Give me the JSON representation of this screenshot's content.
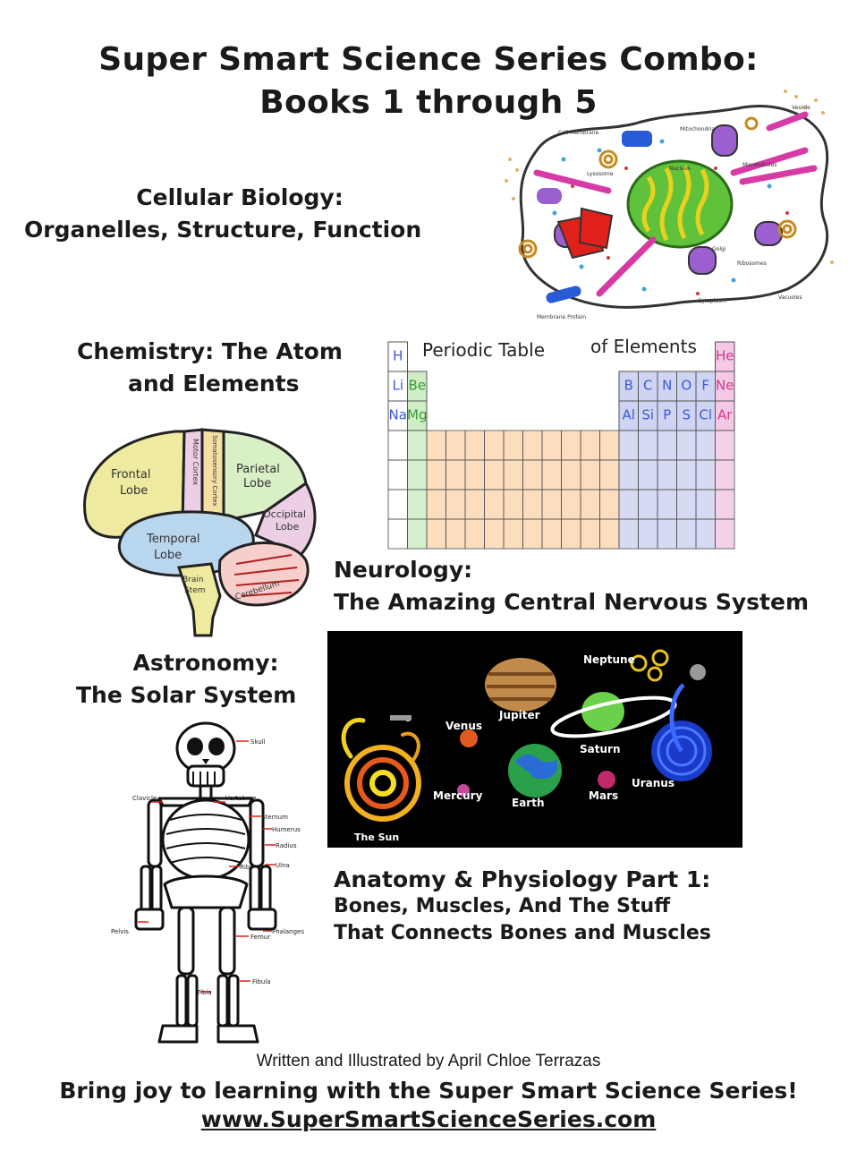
{
  "cover": {
    "title_line1": "Super Smart Science Series Combo:",
    "title_line2": "Books 1 through 5",
    "sections": {
      "cell_line1": "Cellular Biology:",
      "cell_line2": "Organelles, Structure, Function",
      "chem_line1": "Chemistry: The Atom",
      "chem_line2": "and Elements",
      "neuro_line1": "Neurology:",
      "neuro_line2": "The Amazing Central Nervous System",
      "astro_line1": "Astronomy:",
      "astro_line2": "The Solar System",
      "anat_line1": "Anatomy & Physiology Part 1:",
      "anat_line2": "Bones, Muscles, And The Stuff",
      "anat_line3": "That Connects Bones and Muscles"
    },
    "credit": "Written and Illustrated by April Chloe Terrazas",
    "tagline": "Bring joy to learning with the Super Smart Science Series!",
    "website": "www.SuperSmartScienceSeries.com"
  },
  "illustrations": {
    "cell_labels": [
      "Cell Membrane",
      "Mitochondria",
      "Nucleus",
      "Microtubules",
      "Lysosome",
      "Golgi",
      "Ribosomes",
      "Cytoplasm",
      "Vacuoles",
      "Vesicle",
      "Membrane Protein"
    ],
    "periodic": {
      "title_left": "Periodic Table",
      "title_right": "of Elements",
      "elements": [
        "H",
        "He",
        "Li",
        "Be",
        "B",
        "C",
        "N",
        "O",
        "F",
        "Ne",
        "Na",
        "Mg",
        "Al",
        "Si",
        "P",
        "S",
        "Cl",
        "Ar"
      ]
    },
    "brain_labels": {
      "frontal": "Frontal Lobe",
      "motor": "Motor Cortex",
      "somatosensory": "Somatosensory Cortex",
      "parietal": "Parietal Lobe",
      "occipital": "Occipital Lobe",
      "temporal": "Temporal Lobe",
      "cerebellum": "Cerebellum",
      "brainstem": "Brain Stem"
    },
    "space_labels": {
      "sun": "The Sun",
      "mercury": "Mercury",
      "venus": "Venus",
      "earth": "Earth",
      "mars": "Mars",
      "jupiter": "Jupiter",
      "saturn": "Saturn",
      "uranus": "Uranus",
      "neptune": "Neptune"
    },
    "skeleton_labels": [
      "Skull",
      "Clavicle",
      "Vertebrae",
      "Sternum",
      "Humerus",
      "Radius",
      "Ulna",
      "Ribs",
      "Pelvis",
      "Phalanges",
      "Femur",
      "Fibula",
      "Tibia"
    ]
  },
  "colors": {
    "text": "#1a1a1a",
    "space_bg": "#000000",
    "noble_gas": "#f4c9e6",
    "metals": "#cfd4f2",
    "transition": "#fcd9b5",
    "alkaline": "#cfeec6"
  }
}
